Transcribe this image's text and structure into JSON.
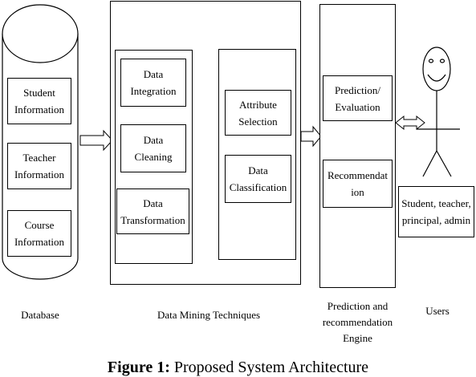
{
  "database": {
    "items": [
      "Student\nInformation",
      "Teacher\nInformation",
      "Course\nInformation"
    ],
    "caption": "Database"
  },
  "mining": {
    "left_items": [
      "Data\nIntegration",
      "Data\nCleaning",
      "Data\nTransformation"
    ],
    "right_items": [
      "Attribute\nSelection",
      "Data\nClassification"
    ],
    "caption": "Data Mining Techniques"
  },
  "engine": {
    "items": [
      "Prediction/\nEvaluation",
      "Recommendat\nion"
    ],
    "caption": "Prediction and\nrecommendation\nEngine"
  },
  "users": {
    "label": "Student, teacher,\nprincipal, admin",
    "caption": "Users"
  },
  "figure": {
    "label": "Figure 1:",
    "title": " Proposed System Architecture"
  }
}
